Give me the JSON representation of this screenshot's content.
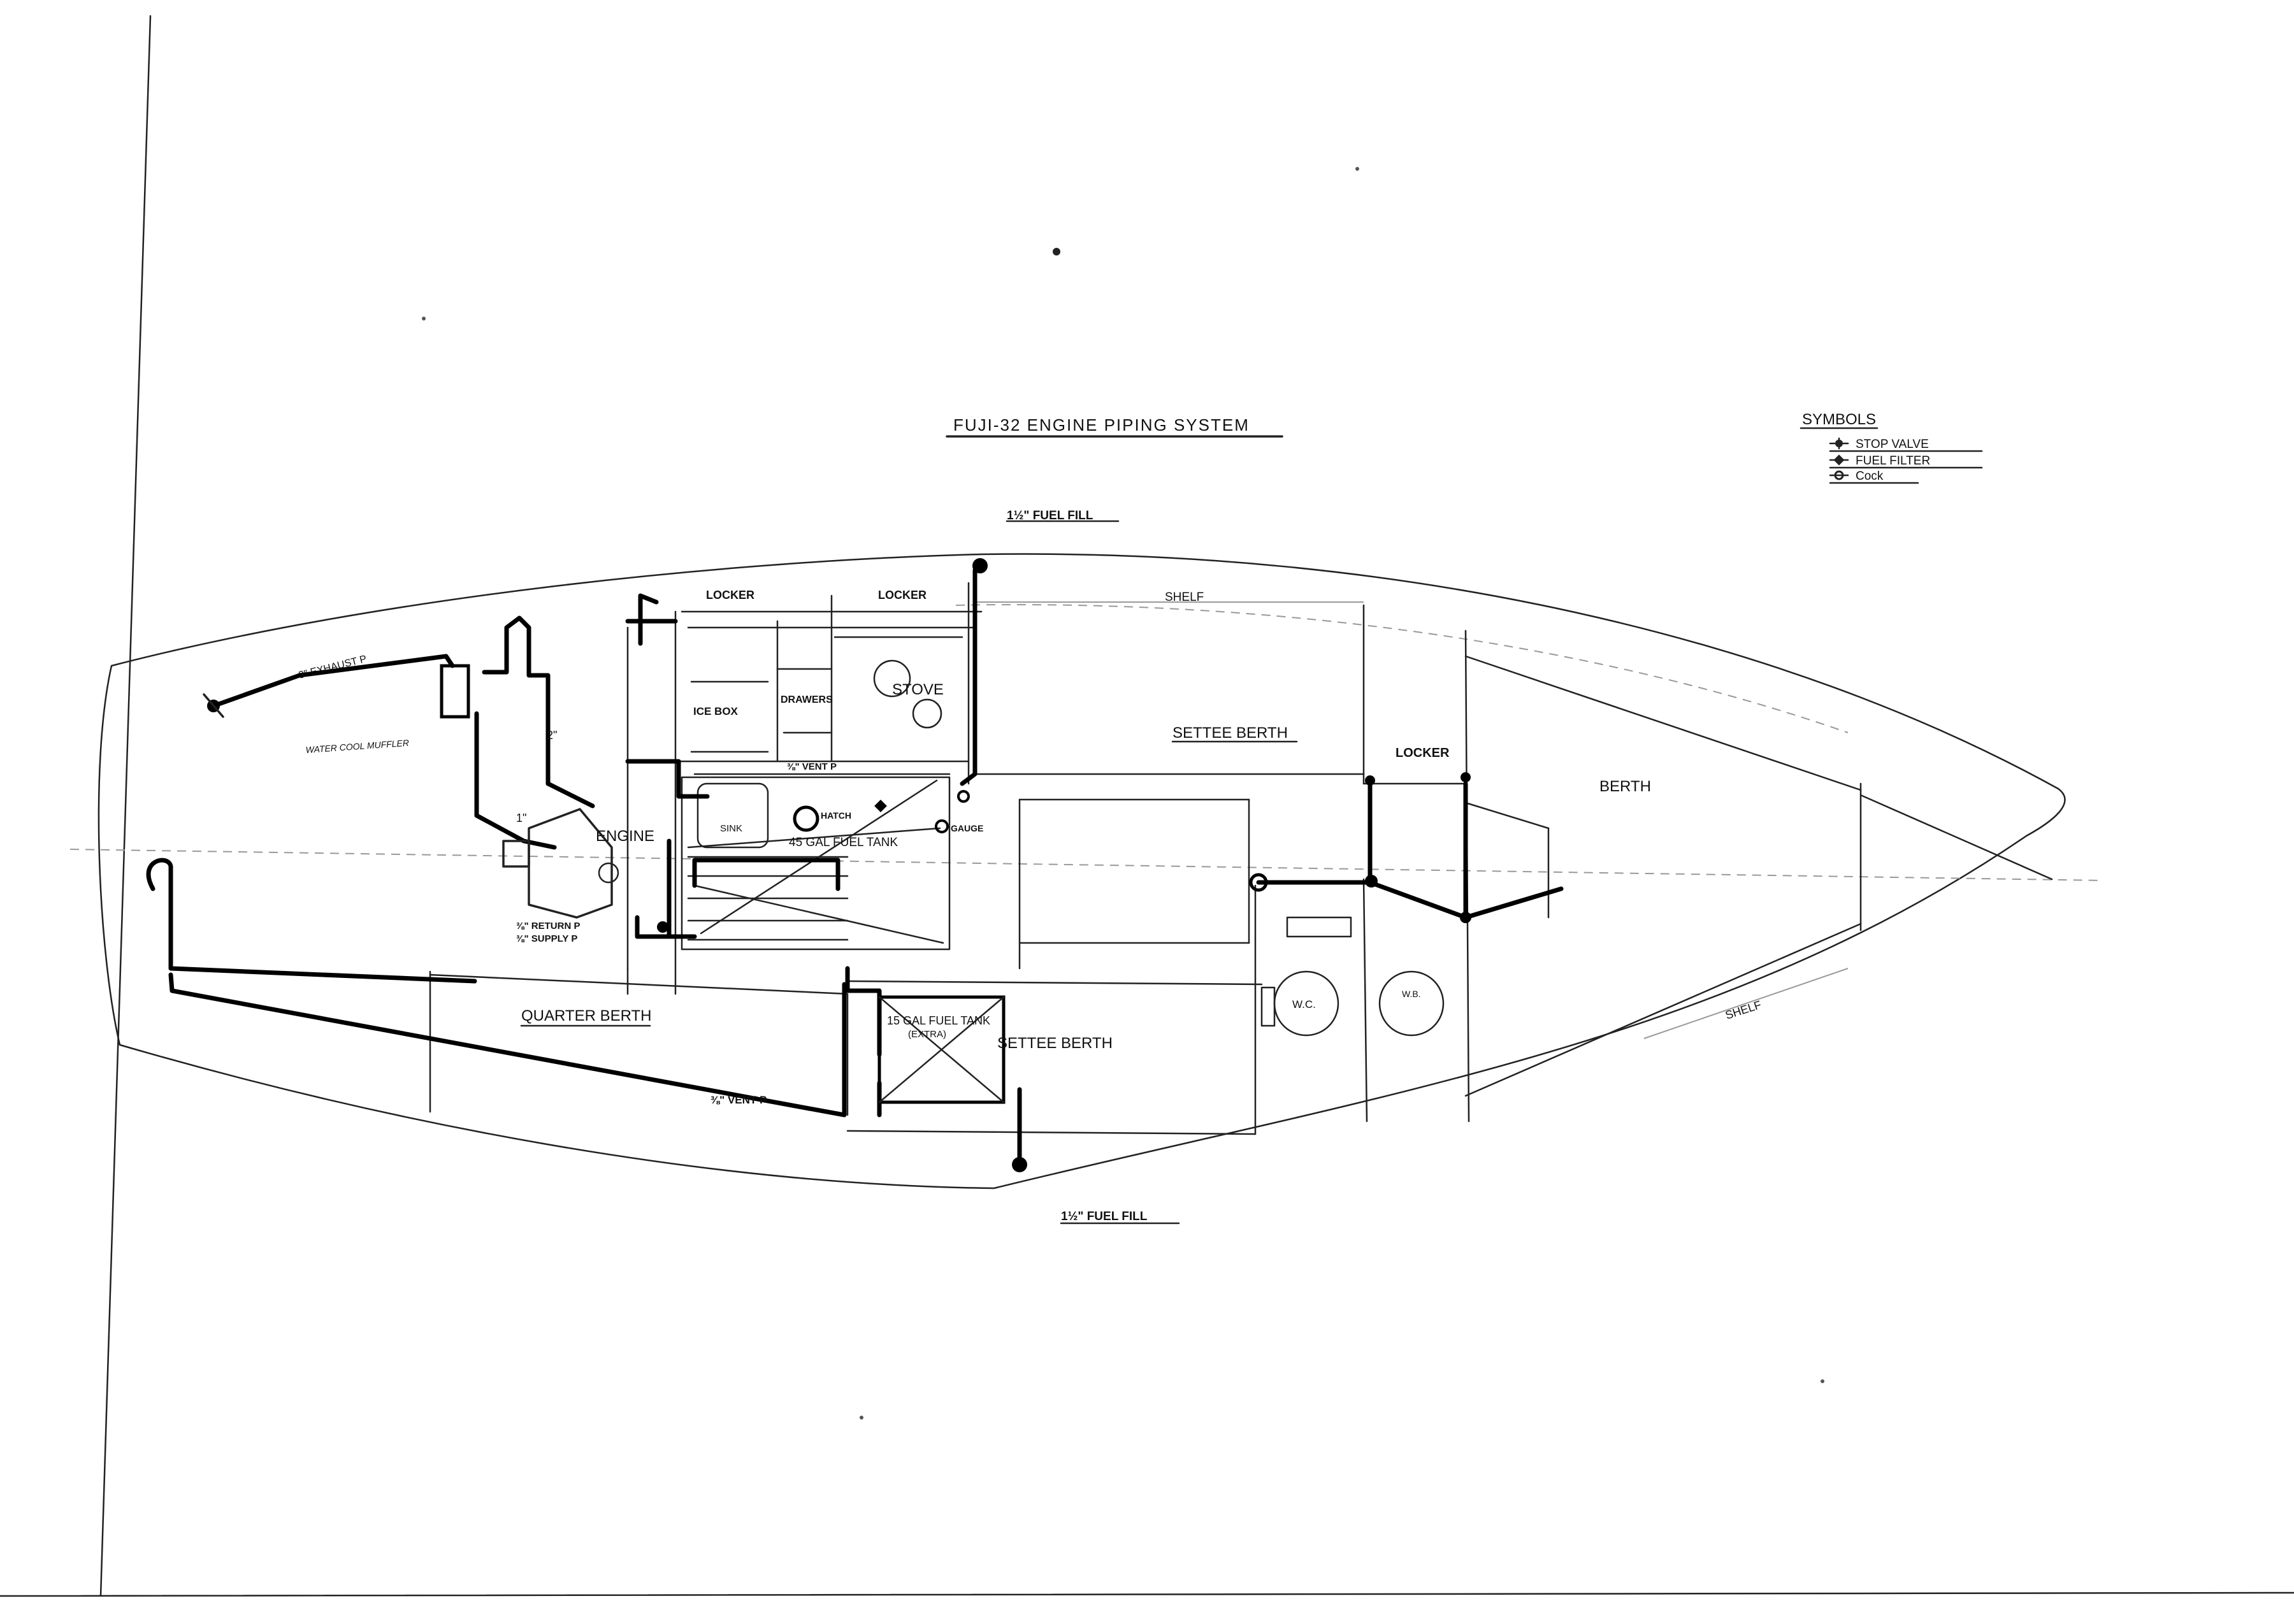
{
  "drawing": {
    "title": "FUJI-32  ENGINE PIPING SYSTEM"
  },
  "legend": {
    "heading": "SYMBOLS",
    "items": [
      {
        "label": "STOP VALVE",
        "icon": "stop-valve-icon"
      },
      {
        "label": "FUEL FILTER",
        "icon": "fuel-filter-icon"
      },
      {
        "label": "Cock",
        "icon": "cock-icon"
      }
    ]
  },
  "labels": {
    "fuel_fill_top": "1½\" FUEL FILL",
    "fuel_fill_bottom": "1½\" FUEL FILL",
    "locker_aft": "LOCKER",
    "locker_mid": "LOCKER",
    "locker_fwd": "LOCKER",
    "shelf_top": "SHELF",
    "shelf_bottom": "SHELF",
    "exhaust_pipe": "3\" EXHAUST P",
    "water_cool_muffler": "WATER COOL MUFFLER",
    "ice_box": "ICE BOX",
    "drawers": "DRAWERS",
    "stove": "STOVE",
    "settee_berth_top": "SETTEE BERTH",
    "settee_berth_bottom": "SETTEE BERTH",
    "berth": "BERTH",
    "vent_pipe_top": "⅜\" VENT P",
    "vent_pipe_bottom": "⅜\" VENT P",
    "hatch": "HATCH",
    "sink": "SINK",
    "fuel_tank_main": "45 GAL  FUEL  TANK",
    "gauge": "GAUGE",
    "engine": "ENGINE",
    "return_pipe": "⅜\" RETURN P",
    "supply_pipe": "⅜\" SUPPLY P",
    "quarter_berth": "QUARTER BERTH",
    "fuel_tank_extra_l1": "15 GAL FUEL TANK",
    "fuel_tank_extra_l2": "(EXTRA)",
    "wc": "W.C.",
    "wb": "W.B.",
    "pipe_size_a": "2\"",
    "pipe_size_b": "1\""
  }
}
